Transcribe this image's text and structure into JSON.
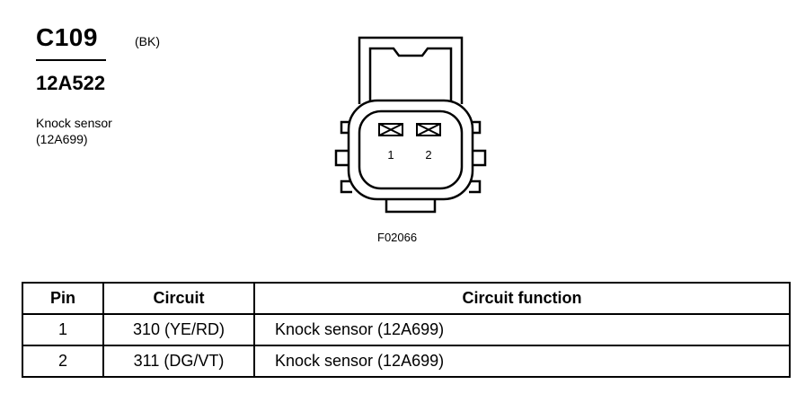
{
  "connector": {
    "id": "C109",
    "color": "(BK)",
    "part_number": "12A522"
  },
  "component": {
    "name": "Knock sensor",
    "part": "(12A699)"
  },
  "diagram": {
    "pin_labels": [
      "1",
      "2"
    ],
    "figure_id": "F02066"
  },
  "pin_table": {
    "headers": {
      "pin": "Pin",
      "circuit": "Circuit",
      "function": "Circuit function"
    },
    "rows": [
      {
        "pin": "1",
        "circuit": "310 (YE/RD)",
        "function": "Knock sensor (12A699)"
      },
      {
        "pin": "2",
        "circuit": "311 (DG/VT)",
        "function": "Knock sensor (12A699)"
      }
    ]
  }
}
